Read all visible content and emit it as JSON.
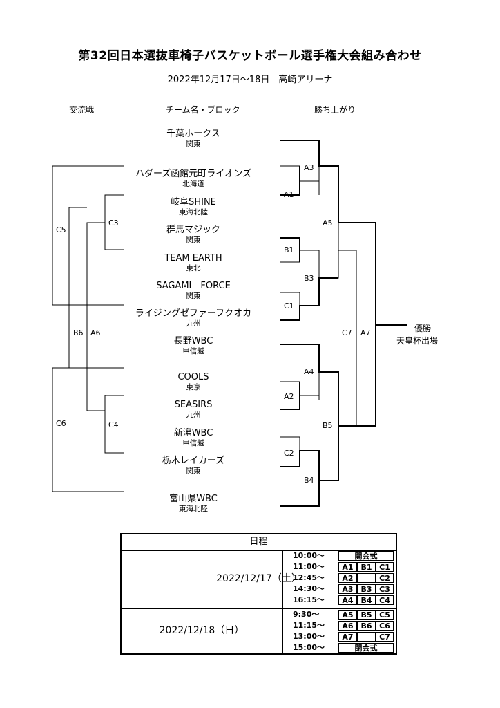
{
  "title": "第32回日本選抜車椅子バスケットボール選手権大会組み合わせ",
  "subtitle": "2022年12月17日～18日　高崎アリーナ",
  "columns": {
    "left": "交流戦",
    "center": "チーム名・ブロック",
    "right": "勝ち上がり"
  },
  "teams": [
    {
      "name": "千葉ホークス",
      "block": "関東"
    },
    {
      "name": "ハダーズ函館元町ライオンズ",
      "block": "北海道"
    },
    {
      "name": "岐阜SHINE",
      "block": "東海北陸"
    },
    {
      "name": "群馬マジック",
      "block": "関東"
    },
    {
      "name": "TEAM EARTH",
      "block": "東北"
    },
    {
      "name": "SAGAMI　FORCE",
      "block": "関東"
    },
    {
      "name": "ライジングゼファーフクオカ",
      "block": "九州"
    },
    {
      "name": "長野WBC",
      "block": "甲信越"
    },
    {
      "name": "COOLS",
      "block": "東京"
    },
    {
      "name": "SEASIRS",
      "block": "九州"
    },
    {
      "name": "新潟WBC",
      "block": "甲信越"
    },
    {
      "name": "栃木レイカーズ",
      "block": "関東"
    },
    {
      "name": "富山県WBC",
      "block": "東海北陸"
    }
  ],
  "match_labels": {
    "A1": "A1",
    "A2": "A2",
    "A3": "A3",
    "A4": "A4",
    "A5": "A5",
    "A6": "A6",
    "A7": "A7",
    "B1": "B1",
    "B3": "B3",
    "B4": "B4",
    "B5": "B5",
    "B6": "B6",
    "C1": "C1",
    "C2": "C2",
    "C3": "C3",
    "C4": "C4",
    "C5": "C5",
    "C6": "C6",
    "C7": "C7"
  },
  "result": {
    "line1": "優勝",
    "line2": "天皇杯出場"
  },
  "schedule": {
    "header": "日程",
    "day1": "2022/12/17（土）",
    "day2": "2022/12/18（日）",
    "slots": [
      {
        "time": "10:00～",
        "ceremony": "開会式"
      },
      {
        "time": "11:00～",
        "a": "A1",
        "b": "B1",
        "c": "C1"
      },
      {
        "time": "12:45～",
        "a": "A2",
        "b": "",
        "c": "C2"
      },
      {
        "time": "14:30～",
        "a": "A3",
        "b": "B3",
        "c": "C3"
      },
      {
        "time": "16:15～",
        "a": "A4",
        "b": "B4",
        "c": "C4"
      },
      {
        "time": "9:30～",
        "a": "A5",
        "b": "B5",
        "c": "C5"
      },
      {
        "time": "11:15～",
        "a": "A6",
        "b": "B6",
        "c": "C6"
      },
      {
        "time": "13:00～",
        "a": "A7",
        "b": "",
        "c": "C7"
      },
      {
        "time": "15:00～",
        "ceremony": "閉会式"
      }
    ]
  }
}
